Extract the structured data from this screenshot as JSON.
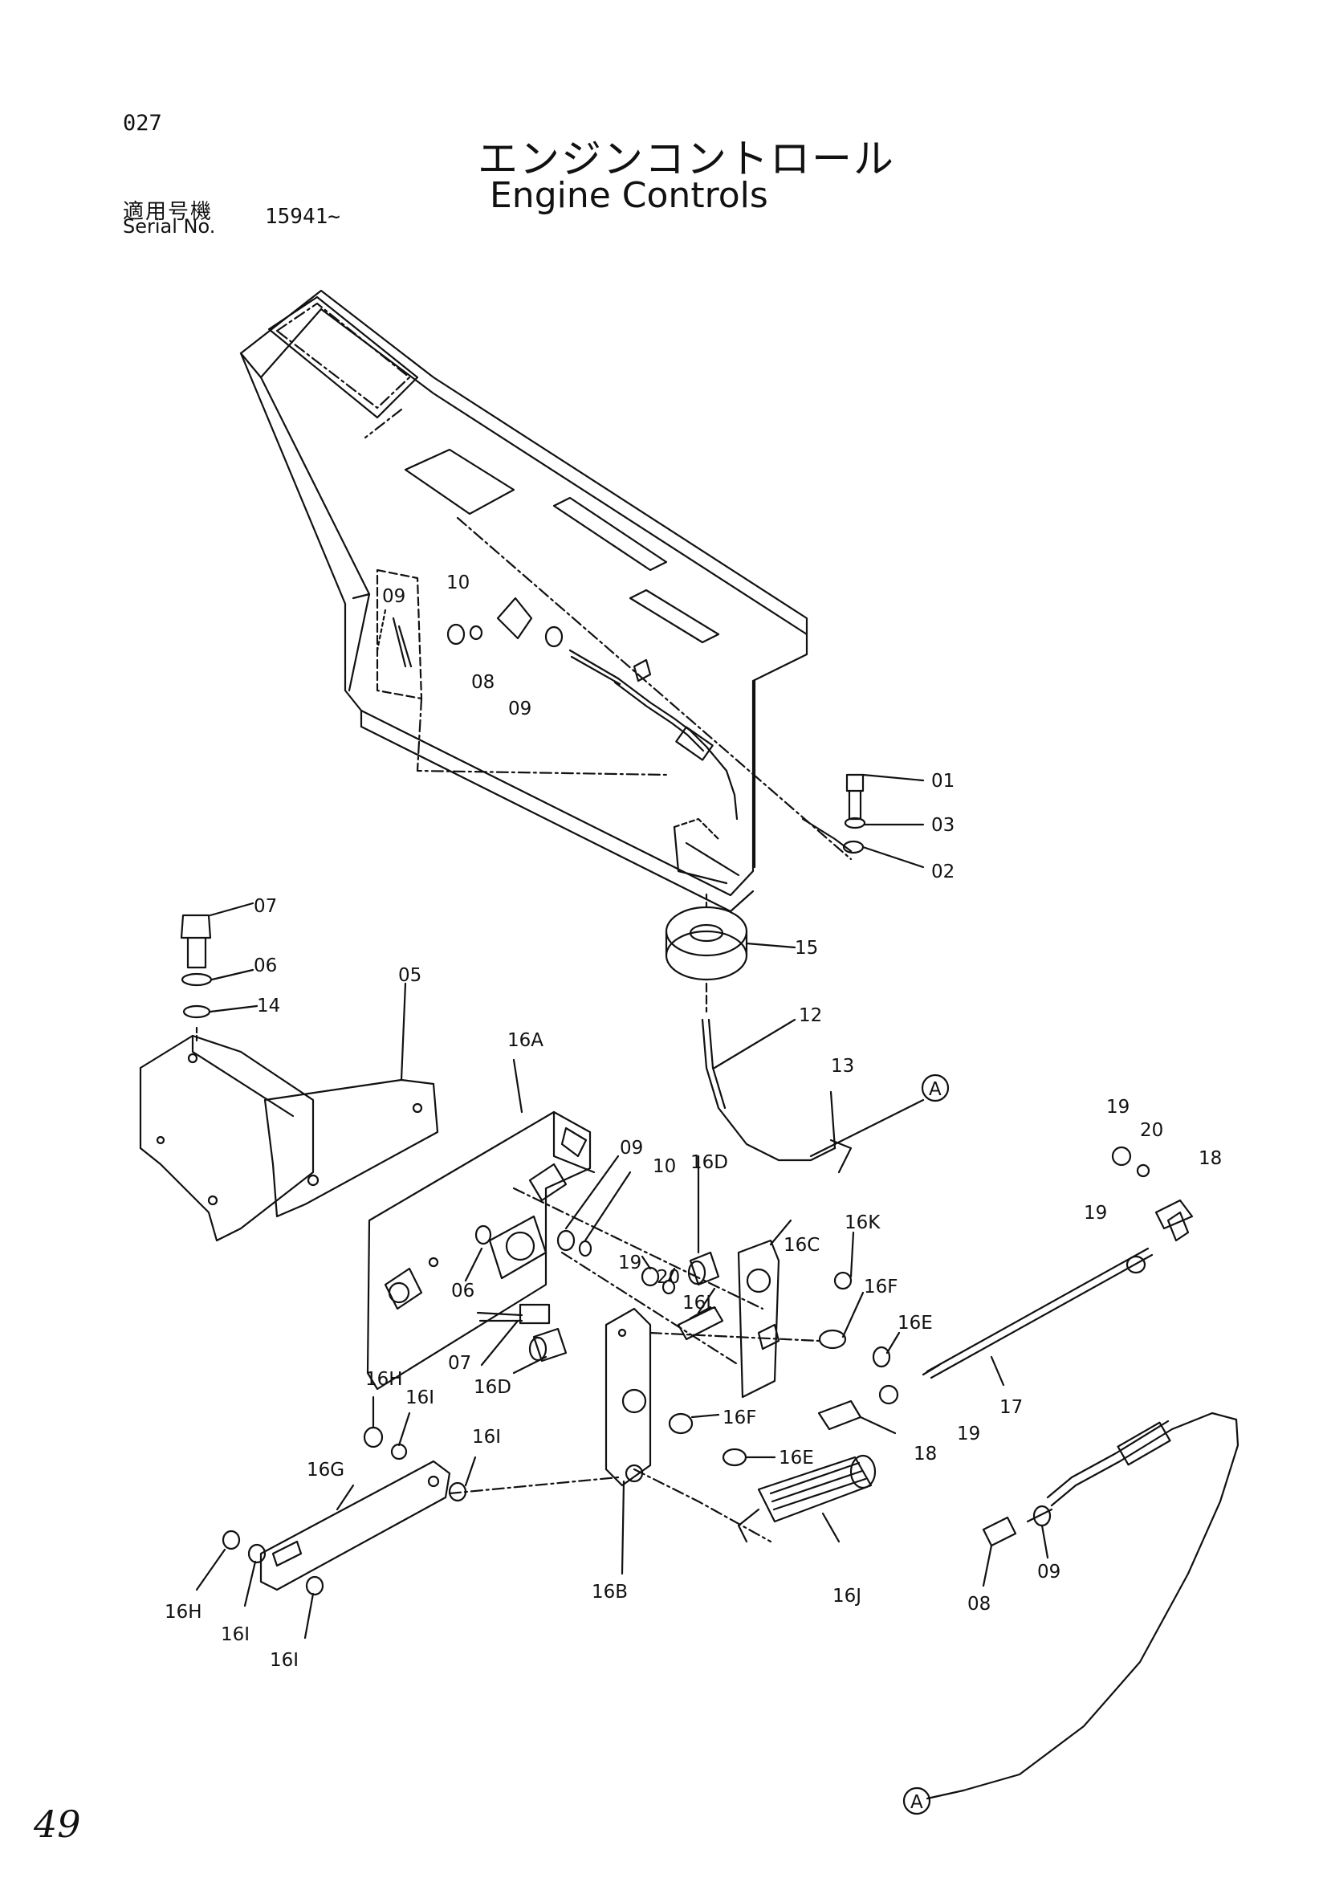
{
  "header": {
    "page_code": "027",
    "title_jp": "エンジンコントロール",
    "title_en": "Engine Controls",
    "serial_label_jp": "適用号機",
    "serial_label_en": "Serial No.",
    "serial_value": "15941~"
  },
  "page_number": "49",
  "callouts": {
    "a1": "A",
    "a2": "A"
  },
  "parts": {
    "p01": "01",
    "p03": "03",
    "p02": "02",
    "p15": "15",
    "p12": "12",
    "p13": "13",
    "p07a": "07",
    "p06a": "06",
    "p14": "14",
    "p05": "05",
    "p16A": "16A",
    "p09a": "09",
    "p10a": "10",
    "p08a": "08",
    "p09b": "09",
    "p09c": "09",
    "p10b": "10",
    "p16D_a": "16D",
    "p16C": "16C",
    "p16K": "16K",
    "p16F_a": "16F",
    "p16E_a": "16E",
    "p19a": "19",
    "p20a": "20",
    "p16L": "16L",
    "p06b": "06",
    "p07b": "07",
    "p16D_b": "16D",
    "p16F_b": "16F",
    "p16E_b": "16E",
    "p16H_a": "16H",
    "p16I_a": "16I",
    "p16I_b": "16I",
    "p16G": "16G",
    "p16H_b": "16H",
    "p16I_c": "16I",
    "p16I_d": "16I",
    "p16B": "16B",
    "p16J": "16J",
    "p19b": "19",
    "p20b": "20",
    "p18a": "18",
    "p19c": "19",
    "p17": "17",
    "p18b": "18",
    "p19d": "19",
    "p08b": "08",
    "p09d": "09"
  }
}
